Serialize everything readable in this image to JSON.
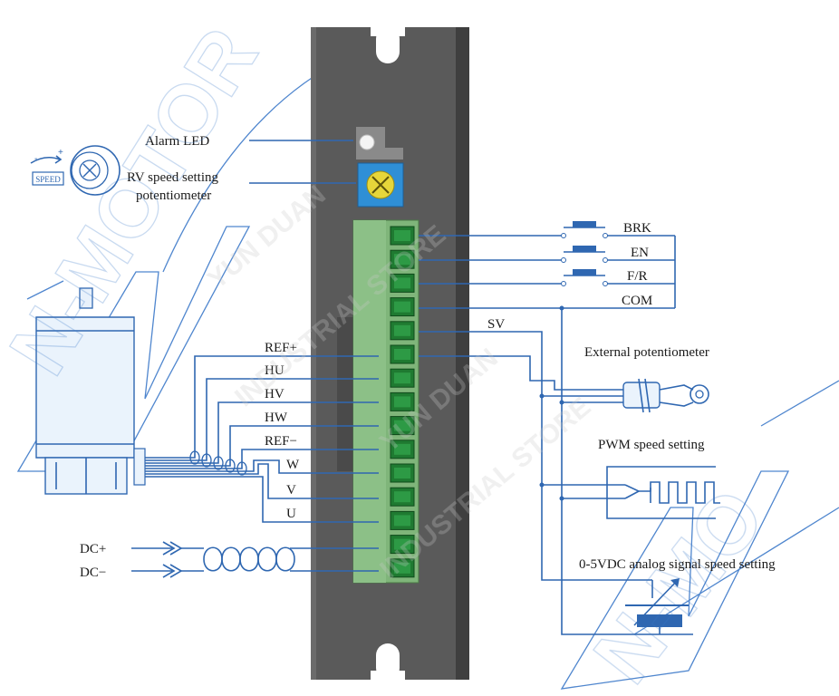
{
  "labels": {
    "alarm_led": "Alarm LED",
    "rv_line1": "RV speed setting",
    "rv_line2": "potentiometer",
    "speed": "SPEED",
    "plus": "+",
    "minus": "-",
    "ref_plus": "REF+",
    "hu": "HU",
    "hv": "HV",
    "hw": "HW",
    "ref_minus": "REF−",
    "w": "W",
    "v": "V",
    "u": "U",
    "dc_plus": "DC+",
    "dc_minus": "DC−",
    "brk": "BRK",
    "en": "EN",
    "fr": "F/R",
    "com": "COM",
    "sv": "SV",
    "external_pot": "External potentiometer",
    "pwm": "PWM speed setting",
    "analog": "0-5VDC analog signal speed setting"
  },
  "watermarks": {
    "big1": "N-MOTOR",
    "big2": "N-MO",
    "text1": "YUN DUAN",
    "text2": "INDUSTRIAL STORE"
  },
  "colors": {
    "wire": "#2f67b1",
    "terminal": "#7fb57a",
    "terminal_dark": "#1f7a31",
    "driver_body": "#5a5a5a",
    "pot_blue": "#2f8fd6"
  }
}
